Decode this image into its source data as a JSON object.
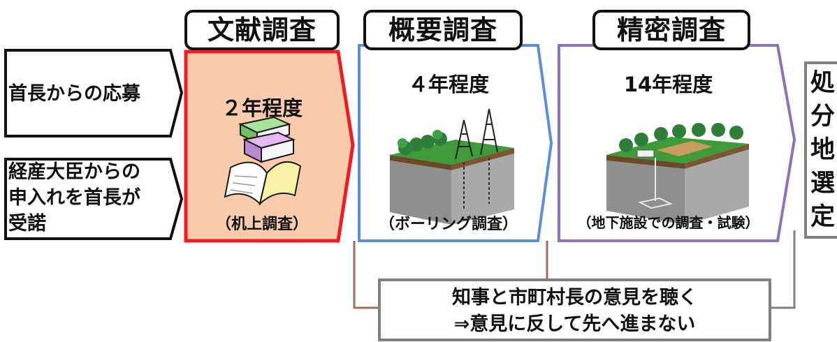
{
  "left_steps": [
    {
      "text": "首長からの応募"
    },
    {
      "lines": [
        "経産大臣からの",
        "申入れを首長が",
        "受諾"
      ]
    }
  ],
  "stages": [
    {
      "title": "文献調査",
      "period": "２年程度",
      "method": "（机上調査）",
      "color": "#ee1c24",
      "fill": "#f8cbad"
    },
    {
      "title": "概要調査",
      "period": "４年程度",
      "method": "（ボーリング調査）",
      "color": "#5b8ed6",
      "fill": "#ffffff"
    },
    {
      "title": "精密調査",
      "period": "14年程度",
      "method": "（地下施設での調査・試験）",
      "color": "#8e72b8",
      "fill": "#ffffff"
    }
  ],
  "final_stage": {
    "chars": [
      "処",
      "分",
      "地",
      "選",
      "定"
    ],
    "color": "#808080"
  },
  "condition": {
    "line1": "知事と市町村長の意見を聴く",
    "line2": "⇒意見に反して先へ進まない",
    "color": "#808080"
  },
  "icons": [
    "books-icon",
    "drilling-site-icon",
    "underground-facility-icon"
  ]
}
